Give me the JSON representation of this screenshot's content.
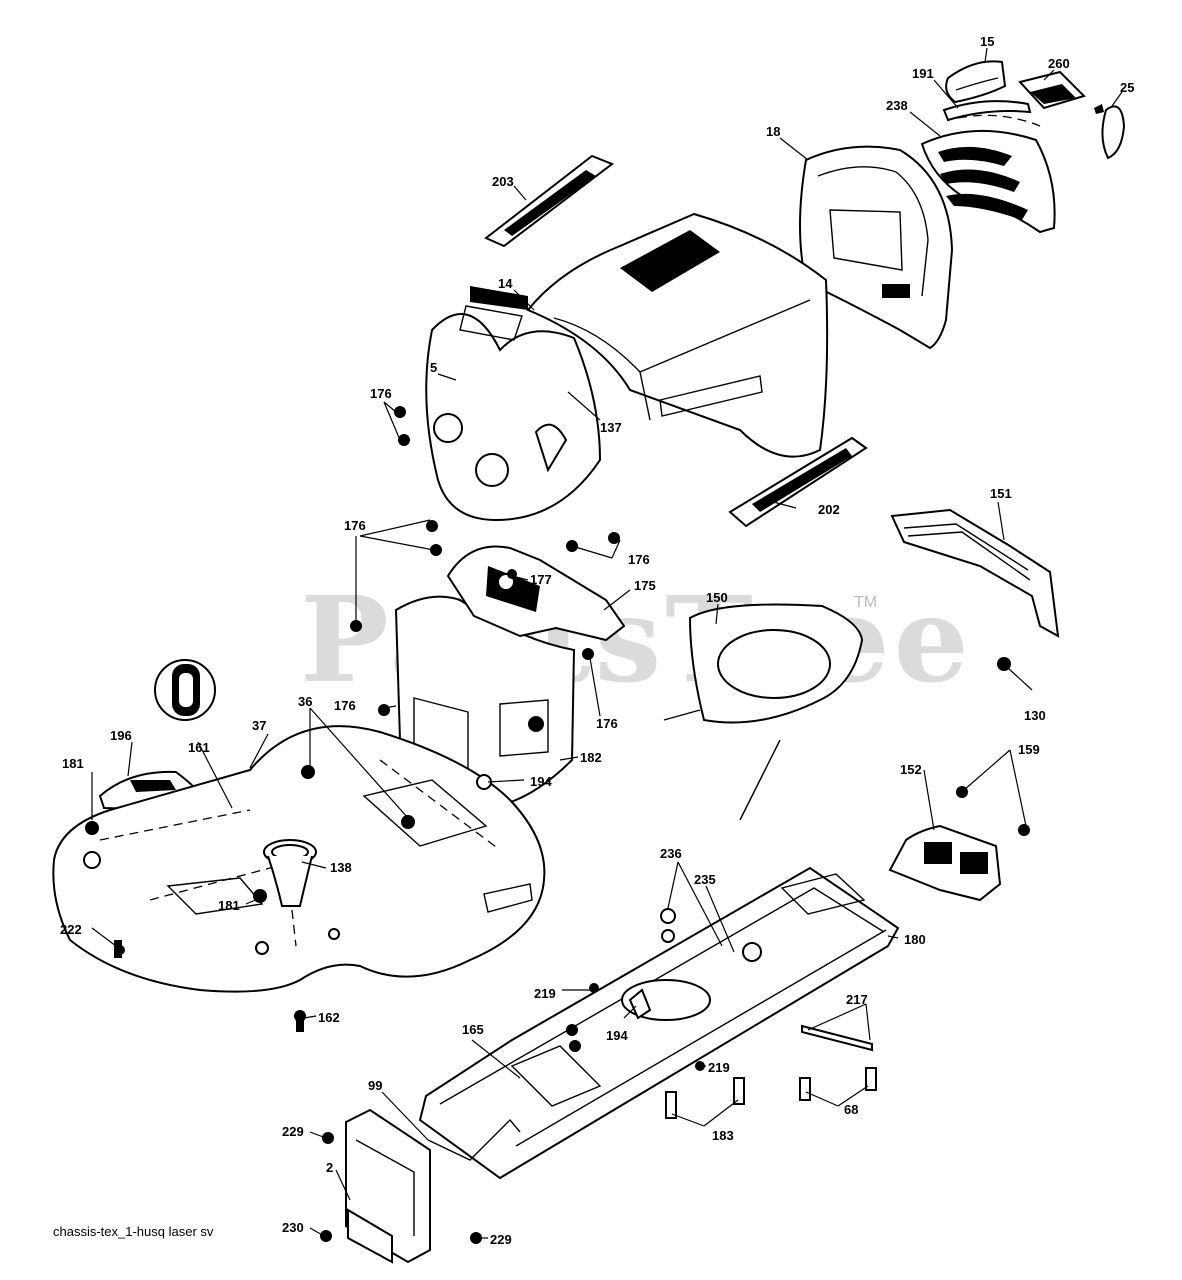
{
  "watermark": "PartsTree",
  "trademark": "TM",
  "caption": "chassis-tex_1-husq laser sv",
  "callouts": [
    {
      "key": "c15",
      "label": "15"
    },
    {
      "key": "c260",
      "label": "260"
    },
    {
      "key": "c191",
      "label": "191"
    },
    {
      "key": "c25",
      "label": "25"
    },
    {
      "key": "c238",
      "label": "238"
    },
    {
      "key": "c18",
      "label": "18"
    },
    {
      "key": "c203",
      "label": "203"
    },
    {
      "key": "c14",
      "label": "14"
    },
    {
      "key": "c5",
      "label": "5"
    },
    {
      "key": "c176a",
      "label": "176"
    },
    {
      "key": "c137",
      "label": "137"
    },
    {
      "key": "c202",
      "label": "202"
    },
    {
      "key": "c151",
      "label": "151"
    },
    {
      "key": "c176b",
      "label": "176"
    },
    {
      "key": "c176c",
      "label": "176"
    },
    {
      "key": "c177",
      "label": "177"
    },
    {
      "key": "c175",
      "label": "175"
    },
    {
      "key": "c150",
      "label": "150"
    },
    {
      "key": "c130",
      "label": "130"
    },
    {
      "key": "c176d",
      "label": "176"
    },
    {
      "key": "c176e",
      "label": "176"
    },
    {
      "key": "c182",
      "label": "182"
    },
    {
      "key": "c36",
      "label": "36"
    },
    {
      "key": "c196",
      "label": "196"
    },
    {
      "key": "c161",
      "label": "161"
    },
    {
      "key": "c181a",
      "label": "181"
    },
    {
      "key": "c37",
      "label": "37"
    },
    {
      "key": "c194a",
      "label": "194"
    },
    {
      "key": "c152",
      "label": "152"
    },
    {
      "key": "c159",
      "label": "159"
    },
    {
      "key": "c138",
      "label": "138"
    },
    {
      "key": "c181b",
      "label": "181"
    },
    {
      "key": "c222",
      "label": "222"
    },
    {
      "key": "c236",
      "label": "236"
    },
    {
      "key": "c235",
      "label": "235"
    },
    {
      "key": "c180",
      "label": "180"
    },
    {
      "key": "c162",
      "label": "162"
    },
    {
      "key": "c219a",
      "label": "219"
    },
    {
      "key": "c217",
      "label": "217"
    },
    {
      "key": "c165",
      "label": "165"
    },
    {
      "key": "c194b",
      "label": "194"
    },
    {
      "key": "c219b",
      "label": "219"
    },
    {
      "key": "c68",
      "label": "68"
    },
    {
      "key": "c99",
      "label": "99"
    },
    {
      "key": "c183",
      "label": "183"
    },
    {
      "key": "c229a",
      "label": "229"
    },
    {
      "key": "c2",
      "label": "2"
    },
    {
      "key": "c230",
      "label": "230"
    },
    {
      "key": "c229b",
      "label": "229"
    }
  ]
}
